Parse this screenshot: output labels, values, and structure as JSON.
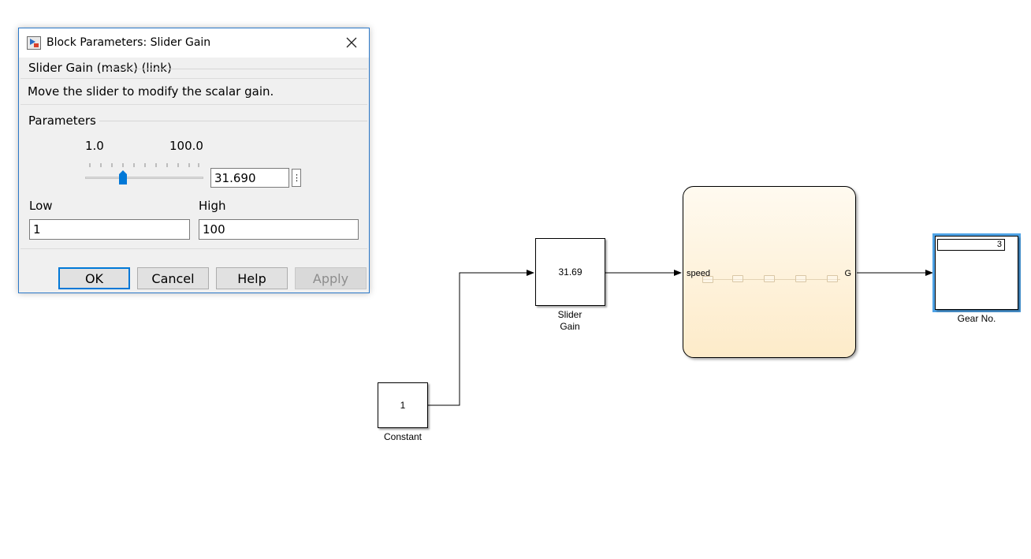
{
  "dialog": {
    "title": "Block Parameters: Slider Gain",
    "mask_title": "Slider Gain (mask) (link)",
    "description": "Move the slider to modify the scalar gain.",
    "parameters_title": "Parameters",
    "slider": {
      "min_label": "1.0",
      "max_label": "100.0",
      "value": "31.690",
      "fraction": 0.3
    },
    "low_label": "Low",
    "low_value": "1",
    "high_label": "High",
    "high_value": "100",
    "buttons": {
      "ok": "OK",
      "cancel": "Cancel",
      "help": "Help",
      "apply": "Apply"
    }
  },
  "model": {
    "constant": {
      "value": "1",
      "label": "Constant"
    },
    "slider_gain": {
      "value": "31.69",
      "label_line1": "Slider",
      "label_line2": "Gain"
    },
    "chart": {
      "input_port": "speed",
      "output_port": "G"
    },
    "display": {
      "value": "3",
      "label": "Gear No."
    }
  },
  "colors": {
    "accent": "#0078d7",
    "selection": "#4fa3e6",
    "chart_fill": "#fdebc9"
  },
  "icons": [
    "simulink-block-icon",
    "close-icon",
    "slider-thumb-icon",
    "vertical-ellipsis-icon",
    "arrowhead-icon"
  ]
}
